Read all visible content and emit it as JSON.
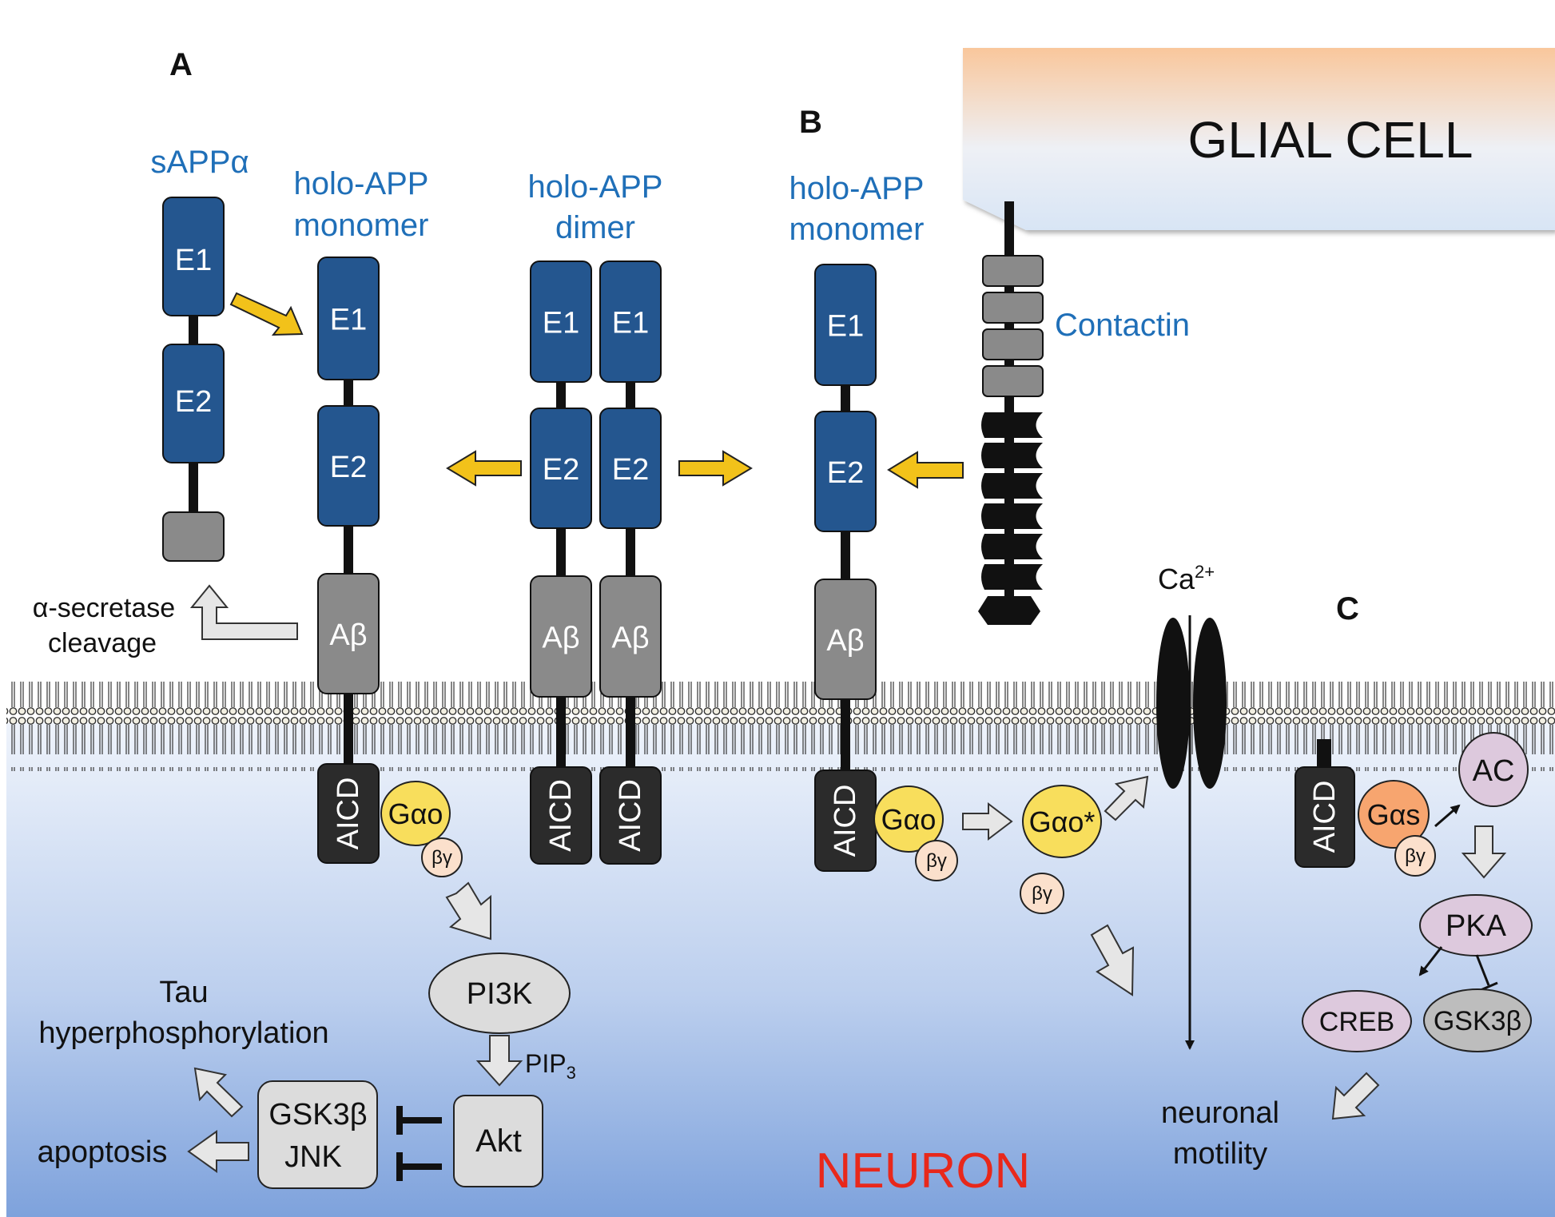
{
  "panels": {
    "a": "A",
    "b": "B",
    "c": "C"
  },
  "cells": {
    "glial": "GLIAL CELL",
    "neuron": "NEURON"
  },
  "captions": {
    "sappa": "sAPPα",
    "mono1_l1": "holo-APP",
    "mono1_l2": "monomer",
    "dimer_l1": "holo-APP",
    "dimer_l2": "dimer",
    "mono2_l1": "holo-APP",
    "mono2_l2": "monomer",
    "contactin": "Contactin"
  },
  "domains": {
    "e1": "E1",
    "e2": "E2",
    "abeta": "Aβ",
    "aicd": "AICD"
  },
  "cleavage": {
    "line1": "α-secretase",
    "line2": "cleavage"
  },
  "gproteins": {
    "gao": "Gαo",
    "gao_active": "Gαo*",
    "gas": "Gαs",
    "bg": "βγ"
  },
  "ion": {
    "label": "Ca2+"
  },
  "pathway_a": {
    "pi3k": "PI3K",
    "pip3": "PIP3",
    "akt": "Akt",
    "gsk3b": "GSK3β",
    "jnk": "JNK",
    "tau_l1": "Tau",
    "tau_l2": "hyperphosphorylation",
    "apoptosis": "apoptosis"
  },
  "pathway_c": {
    "ac": "AC",
    "pka": "PKA",
    "creb": "CREB",
    "gsk3b": "GSK3β"
  },
  "outcome": {
    "line1": "neuronal",
    "line2": "motility"
  },
  "colors": {
    "domain_blue": "#24568f",
    "label_blue": "#1f6fb8",
    "abeta_gray": "#8a8a8a",
    "aicd_black": "#2b2b2b",
    "gao_yellow": "#f8de5c",
    "gas_orange": "#f7a56f",
    "bg_peach": "#fbe0cc",
    "arrow_yellow": "#f2c21a",
    "neuron_red": "#e8281b",
    "purple_node": "#ddc9dd"
  }
}
